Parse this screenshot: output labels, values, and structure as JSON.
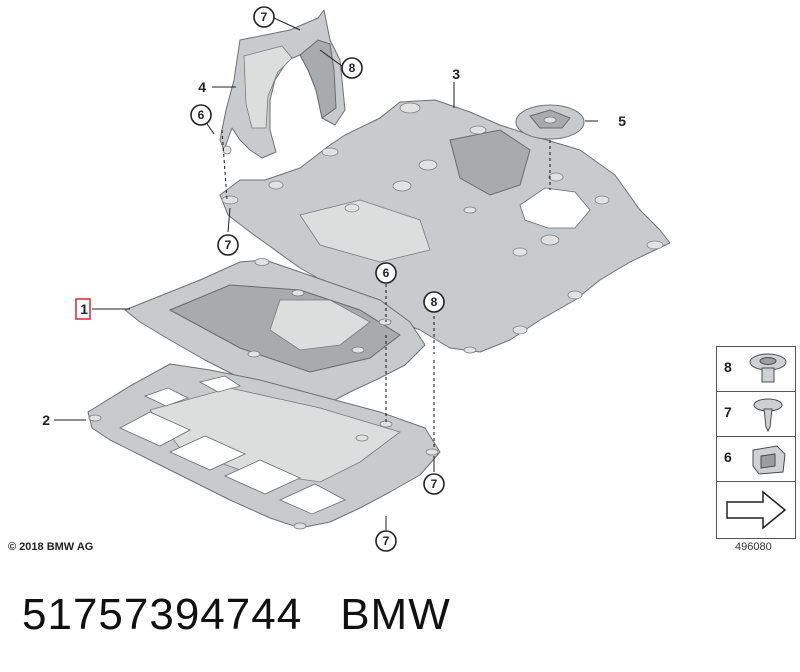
{
  "callouts": {
    "c7_top": "7",
    "c8_top": "8",
    "c4": "4",
    "c6_left": "6",
    "c3": "3",
    "c5": "5",
    "c7_mid": "7",
    "c1": "1",
    "c6_mid": "6",
    "c8_mid": "8",
    "c2": "2",
    "c7_right": "7",
    "c7_bottom": "7"
  },
  "legend": {
    "items": [
      "8",
      "7",
      "6"
    ]
  },
  "copyright": "© 2018 BMW AG",
  "diagram_id": "496080",
  "footer": {
    "part_number": "51757394744",
    "brand": "BMW"
  },
  "colors": {
    "highlight": "#e0303a",
    "panel": "#c9cacb"
  }
}
